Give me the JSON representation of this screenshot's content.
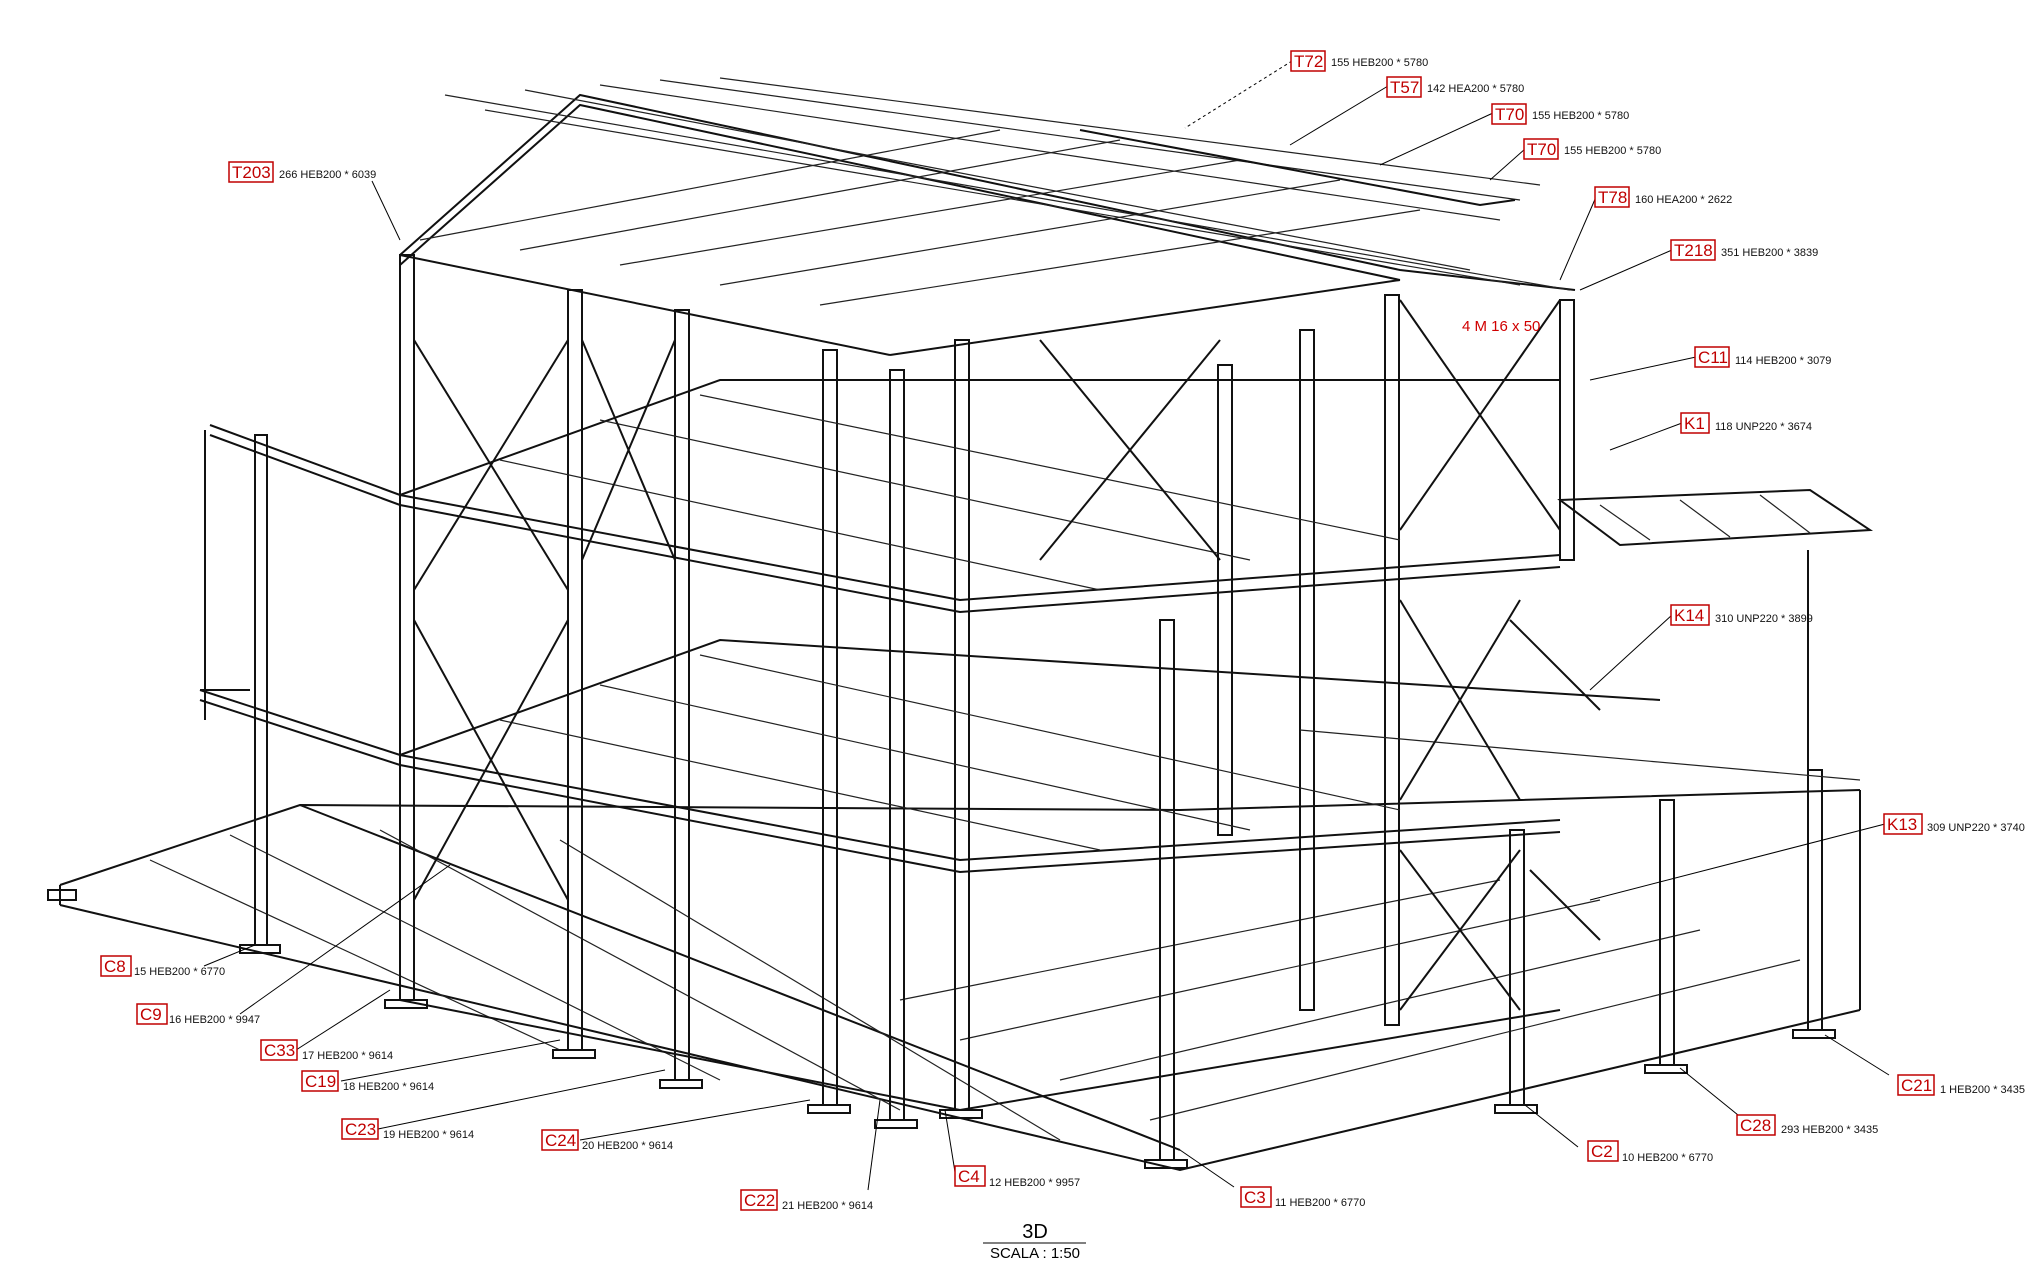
{
  "title": {
    "view": "3D",
    "scale": "SCALA :  1:50"
  },
  "bolt_note": "4 M 16 x 50",
  "colors": {
    "tag": "#c00000",
    "line": "#111111",
    "background": "#ffffff"
  },
  "labels": [
    {
      "id": "t72",
      "tag": "T72",
      "desc": "155 HEB200 * 5780"
    },
    {
      "id": "t57",
      "tag": "T57",
      "desc": "142 HEA200 * 5780"
    },
    {
      "id": "t70a",
      "tag": "T70",
      "desc": "155 HEB200 * 5780"
    },
    {
      "id": "t70b",
      "tag": "T70",
      "desc": "155 HEB200 * 5780"
    },
    {
      "id": "t78",
      "tag": "T78",
      "desc": "160 HEA200 * 2622"
    },
    {
      "id": "t218",
      "tag": "T218",
      "desc": "351 HEB200 * 3839"
    },
    {
      "id": "t203",
      "tag": "T203",
      "desc": "266 HEB200 * 6039"
    },
    {
      "id": "c11",
      "tag": "C11",
      "desc": "114 HEB200 * 3079"
    },
    {
      "id": "k1",
      "tag": "K1",
      "desc": "118 UNP220 * 3674"
    },
    {
      "id": "k14",
      "tag": "K14",
      "desc": "310 UNP220 * 3899"
    },
    {
      "id": "k13",
      "tag": "K13",
      "desc": "309 UNP220 * 3740"
    },
    {
      "id": "c8",
      "tag": "C8",
      "desc": "15 HEB200 * 6770"
    },
    {
      "id": "c9",
      "tag": "C9",
      "desc": "16 HEB200 * 9947"
    },
    {
      "id": "c33",
      "tag": "C33",
      "desc": "17 HEB200 * 9614"
    },
    {
      "id": "c19",
      "tag": "C19",
      "desc": "18 HEB200 * 9614"
    },
    {
      "id": "c23",
      "tag": "C23",
      "desc": "19 HEB200 * 9614"
    },
    {
      "id": "c24",
      "tag": "C24",
      "desc": "20 HEB200 * 9614"
    },
    {
      "id": "c22",
      "tag": "C22",
      "desc": "21 HEB200 * 9614"
    },
    {
      "id": "c4",
      "tag": "C4",
      "desc": "12 HEB200 * 9957"
    },
    {
      "id": "c3",
      "tag": "C3",
      "desc": "11 HEB200 * 6770"
    },
    {
      "id": "c2",
      "tag": "C2",
      "desc": "10 HEB200 * 6770"
    },
    {
      "id": "c28",
      "tag": "C28",
      "desc": "293 HEB200 * 3435"
    },
    {
      "id": "c21",
      "tag": "C21",
      "desc": "1 HEB200 * 3435"
    }
  ]
}
